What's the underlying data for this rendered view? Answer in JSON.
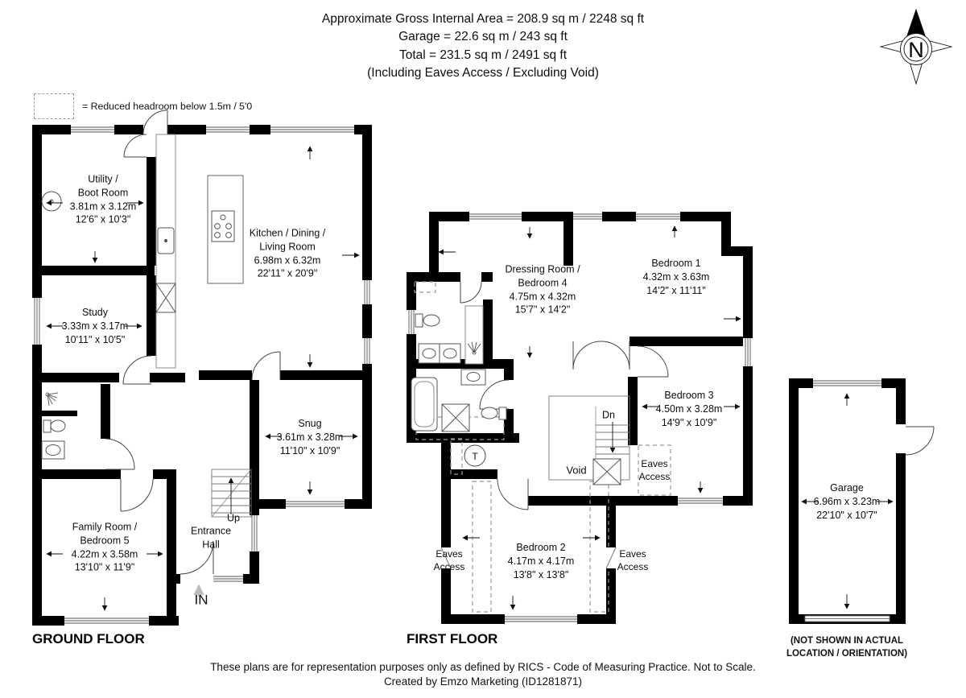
{
  "header": {
    "line1": "Approximate Gross Internal Area = 208.9 sq m / 2248 sq ft",
    "line2": "Garage = 22.6 sq m / 243 sq ft",
    "line3": "Total = 231.5 sq m / 2491 sq ft",
    "line4": "(Including Eaves Access / Excluding Void)"
  },
  "compass": {
    "letter": "N"
  },
  "legend": {
    "text": "= Reduced headroom below 1.5m / 5'0"
  },
  "ground_floor": {
    "title": "GROUND FLOOR",
    "rooms": {
      "utility": {
        "lines": [
          "Utility /",
          "Boot Room",
          "3.81m x 3.12m",
          "12'6\" x 10'3\""
        ]
      },
      "kitchen": {
        "lines": [
          "Kitchen / Dining /",
          "Living Room",
          "6.98m x 6.32m",
          "22'11\" x 20'9\""
        ]
      },
      "study": {
        "lines": [
          "Study",
          "3.33m x 3.17m",
          "10'11\" x 10'5\""
        ]
      },
      "snug": {
        "lines": [
          "Snug",
          "3.61m x 3.28m",
          "11'10\" x 10'9\""
        ]
      },
      "family_room": {
        "lines": [
          "Family Room /",
          "Bedroom 5",
          "4.22m x 3.58m",
          "13'10\" x 11'9\""
        ]
      },
      "entrance_hall": {
        "lines": [
          "Entrance",
          "Hall"
        ]
      }
    },
    "annotations": {
      "up": "Up",
      "in": "IN"
    }
  },
  "first_floor": {
    "title": "FIRST FLOOR",
    "rooms": {
      "dressing": {
        "lines": [
          "Dressing Room /",
          "Bedroom 4",
          "4.75m x 4.32m",
          "15'7\" x 14'2\""
        ]
      },
      "bedroom1": {
        "lines": [
          "Bedroom 1",
          "4.32m x 3.63m",
          "14'2\" x 11'11\""
        ]
      },
      "bedroom3": {
        "lines": [
          "Bedroom 3",
          "4.50m x 3.28m",
          "14'9\" x 10'9\""
        ]
      },
      "bedroom2": {
        "lines": [
          "Bedroom 2",
          "4.17m x 4.17m",
          "13'8\" x 13'8\""
        ]
      }
    },
    "annotations": {
      "void": "Void",
      "dn": "Dn",
      "tank": "T",
      "eaves": {
        "line1": "Eaves",
        "line2": "Access"
      }
    }
  },
  "garage": {
    "room": {
      "lines": [
        "Garage",
        "6.96m x 3.23m",
        "22'10\" x 10'7\""
      ]
    },
    "note": {
      "line1": "(NOT SHOWN IN ACTUAL",
      "line2": "LOCATION / ORIENTATION)"
    }
  },
  "footer": {
    "line1": "These plans are for representation purposes only as defined by RICS - Code of Measuring Practice. Not to Scale.",
    "line2": "Created by Emzo Marketing (ID1281871)"
  }
}
